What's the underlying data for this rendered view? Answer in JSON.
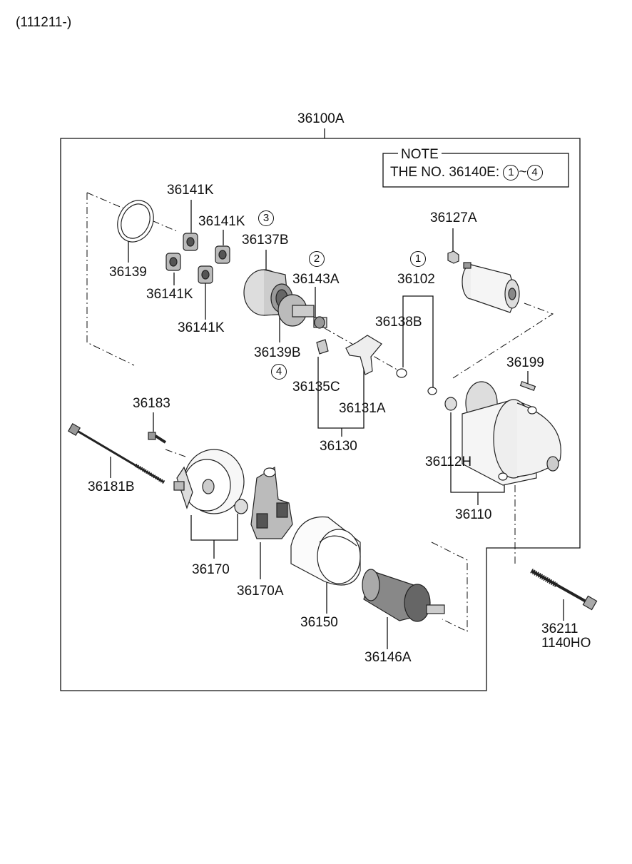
{
  "header": {
    "code": "(111211-)"
  },
  "assembly": {
    "number": "36100A"
  },
  "note": {
    "title": "NOTE",
    "text": "THE NO. 36140E:",
    "range_start": "1",
    "range_sep": "~",
    "range_end": "4"
  },
  "callouts": {
    "c1": "1",
    "c2": "2",
    "c3": "3",
    "c4": "4"
  },
  "parts": {
    "p36141K_a": "36141K",
    "p36141K_b": "36141K",
    "p36141K_c": "36141K",
    "p36141K_d": "36141K",
    "p36139": "36139",
    "p36137B": "36137B",
    "p36143A": "36143A",
    "p36102": "36102",
    "p36127A": "36127A",
    "p36138B": "36138B",
    "p36139B": "36139B",
    "p36135C": "36135C",
    "p36131A": "36131A",
    "p36130": "36130",
    "p36199": "36199",
    "p36112H": "36112H",
    "p36110": "36110",
    "p36183": "36183",
    "p36181B": "36181B",
    "p36170": "36170",
    "p36170A": "36170A",
    "p36150": "36150",
    "p36146A": "36146A",
    "p36211": "36211",
    "p1140HO": "1140HO"
  }
}
